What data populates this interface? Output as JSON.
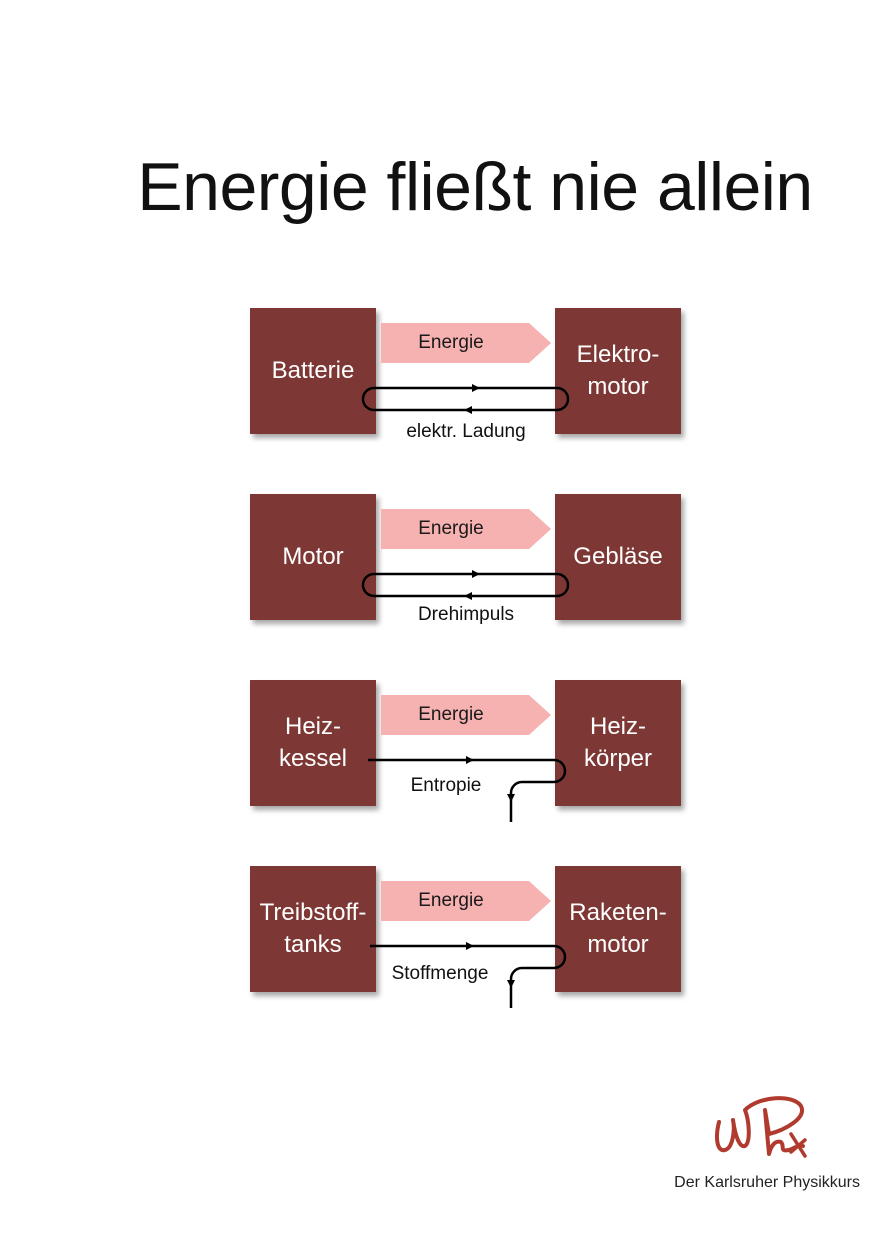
{
  "title": "Energie fließt nie allein",
  "colors": {
    "box": "#7d3835",
    "energy_arrow": "#f6b1b1",
    "line": "#000000",
    "logo": "#b03a2e"
  },
  "rows": [
    {
      "left_box": "Batterie",
      "right_box": "Elektro-\nmotor",
      "energy_label": "Energie",
      "carrier_label": "elektr. Ladung",
      "path_type": "closed-loop"
    },
    {
      "left_box": "Motor",
      "right_box": "Gebläse",
      "energy_label": "Energie",
      "carrier_label": "Drehimpuls",
      "path_type": "closed-loop"
    },
    {
      "left_box": "Heiz-\nkessel",
      "right_box": "Heiz-\nkörper",
      "energy_label": "Energie",
      "carrier_label": "Entropie",
      "path_type": "open-exit"
    },
    {
      "left_box": "Treibstoff-\ntanks",
      "right_box": "Raketen-\nmotor",
      "energy_label": "Energie",
      "carrier_label": "Stoffmenge",
      "path_type": "open-exit"
    }
  ],
  "logo": {
    "icon": "signature-logo-icon"
  },
  "footer": {
    "text": "Der Karlsruher Physikkurs"
  }
}
